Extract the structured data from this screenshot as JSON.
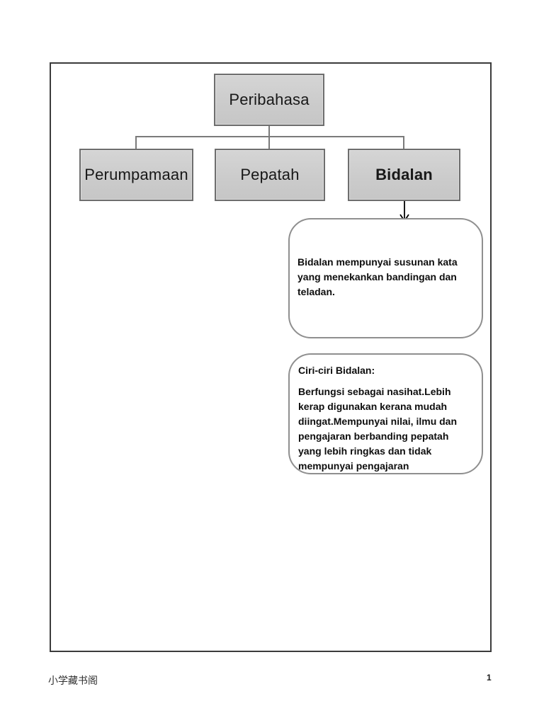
{
  "page": {
    "background": "#ffffff",
    "sheet_border_color": "#3b3b3b",
    "footer": {
      "watermark": "小学藏书阁",
      "page_number": "1"
    }
  },
  "diagram": {
    "colors": {
      "node_fill": "#cbcbcb",
      "node_border": "#6e6e6e",
      "connector": "#7a7a7a",
      "callout_border": "#8f8f8f",
      "arrow": "#000000",
      "text": "#181818"
    },
    "root": {
      "label": "Peribahasa"
    },
    "children": [
      {
        "label": "Perumpamaan",
        "bold": false
      },
      {
        "label": "Pepatah",
        "bold": false
      },
      {
        "label": "Bidalan",
        "bold": true
      }
    ],
    "callouts": [
      {
        "text": "Bidalan mempunyai susunan kata yang menekankan bandingan dan teladan.",
        "lines": [
          "Bidalan mempunyai susunan kata",
          "yang menekankan bandingan dan",
          "teladan."
        ]
      },
      {
        "title": "Ciri-ciri Bidalan:",
        "text": "Berfungsi sebagai nasihat.Lebih kerap digunakan kerana mudah diingat.Mempunyai nilai, ilmu dan pengajaran berbanding pepatah yang lebih ringkas dan tidak mempunyai pengajaran",
        "lines": [
          "Berfungsi sebagai nasihat.Lebih",
          "kerap digunakan kerana mudah",
          "diingat.Mempunyai nilai, ilmu dan",
          "pengajaran berbanding pepatah",
          "yang lebih ringkas dan tidak",
          "mempunyai pengajaran"
        ]
      }
    ]
  }
}
